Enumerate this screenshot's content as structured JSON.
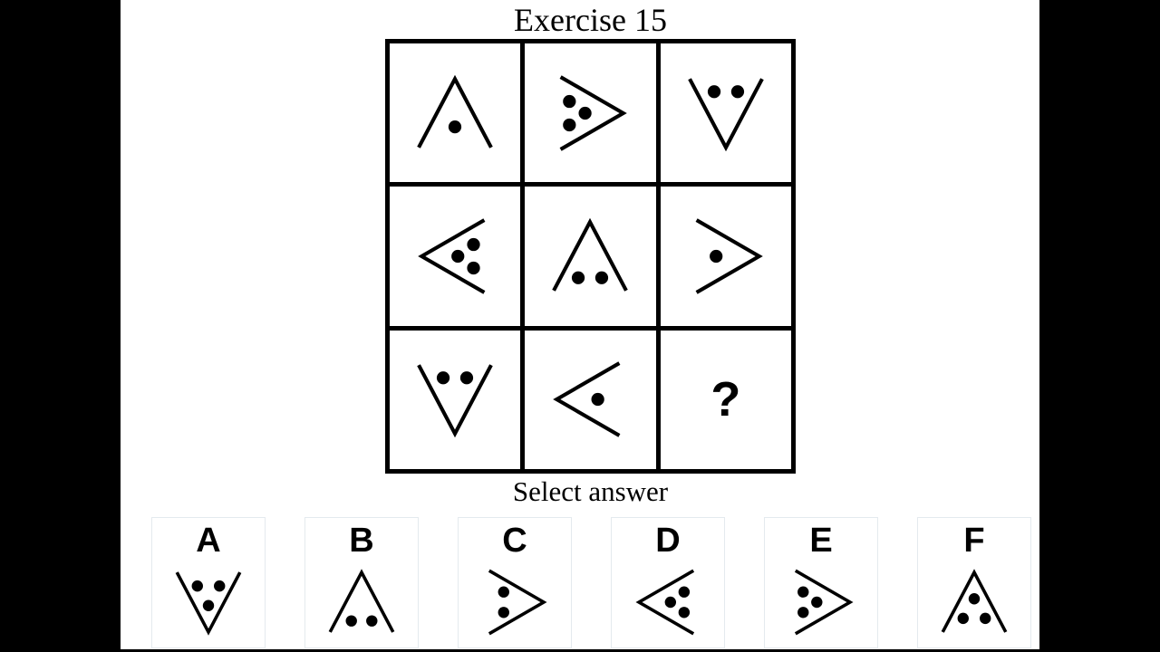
{
  "title": "Exercise 15",
  "select_label": "Select answer",
  "question_mark": "?",
  "colors": {
    "letterbox": "#000000",
    "surface": "#ffffff",
    "ink": "#000000",
    "grid_line": "#000000",
    "card_border": "#e4eaee"
  },
  "grid": {
    "rows": [
      [
        {
          "shape": "chevron-up",
          "dots": 1
        },
        {
          "shape": "chevron-right",
          "dots": 3
        },
        {
          "shape": "chevron-down",
          "dots": 2
        }
      ],
      [
        {
          "shape": "chevron-left",
          "dots": 3
        },
        {
          "shape": "chevron-up",
          "dots": 2
        },
        {
          "shape": "chevron-right",
          "dots": 1
        }
      ],
      [
        {
          "shape": "chevron-down",
          "dots": 2
        },
        {
          "shape": "chevron-left",
          "dots": 1
        },
        {
          "shape": "question",
          "dots": 0
        }
      ]
    ]
  },
  "options": [
    {
      "label": "A",
      "shape": "chevron-down",
      "dots": 3
    },
    {
      "label": "B",
      "shape": "chevron-up",
      "dots": 2
    },
    {
      "label": "C",
      "shape": "chevron-right",
      "dots": 2
    },
    {
      "label": "D",
      "shape": "chevron-left",
      "dots": 3
    },
    {
      "label": "E",
      "shape": "chevron-right",
      "dots": 3
    },
    {
      "label": "F",
      "shape": "chevron-up",
      "dots": 3
    }
  ]
}
